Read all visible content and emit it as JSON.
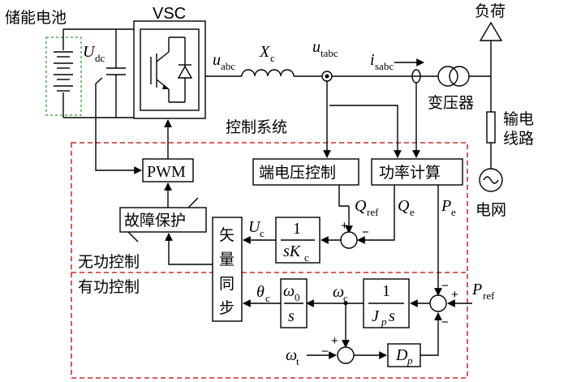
{
  "labels": {
    "battery": "储能电池",
    "vsc": "VSC",
    "u_abc": "u",
    "u_abc_sub": "abc",
    "udc": "U",
    "udc_sub": "dc",
    "xc": "X",
    "xc_sub": "c",
    "utabc": "u",
    "utabc_sub": "tabc",
    "isabc": "i",
    "isabc_sub": "sabc",
    "load": "负荷",
    "transformer": "变压器",
    "line_1": "输电",
    "line_2": "线路",
    "grid": "电网",
    "control_system": "控制系统",
    "reactive": "无功控制",
    "active": "有功控制"
  },
  "blocks": {
    "pwm": "PWM",
    "terminal_voltage": "端电压控制",
    "power_calc": "功率计算",
    "fault_protect": "故障保护",
    "vector_sync": [
      "矢",
      "量",
      "同",
      "步"
    ]
  },
  "signals": {
    "qref": "Q",
    "qref_sub": "ref",
    "qe": "Q",
    "qe_sub": "e",
    "pe": "P",
    "pe_sub": "e",
    "uc": "U",
    "uc_sub": "c",
    "pref": "P",
    "pref_sub": "ref",
    "theta": "θ",
    "theta_sub": "c",
    "omega_c": "ω",
    "omega_c_sub": "c",
    "omega_t": "ω",
    "omega_t_sub": "t",
    "dp": "D",
    "dp_sub": "p"
  },
  "transfer": {
    "skc_num": "1",
    "skc_den_s": "sK",
    "skc_den_sub": "c",
    "w0_num": "ω",
    "w0_num_sub": "0",
    "w0_den": "s",
    "jp_num": "1",
    "jp_den": "J",
    "jp_den_sub": "p",
    "jp_den_s": "s"
  },
  "signs": {
    "qsum_plus": "+",
    "qsum_minus": "−",
    "psum_minus": "−",
    "psum_plus": "+",
    "psum_minus2": "−",
    "wsum_plus": "+",
    "wsum_minus": "−"
  }
}
